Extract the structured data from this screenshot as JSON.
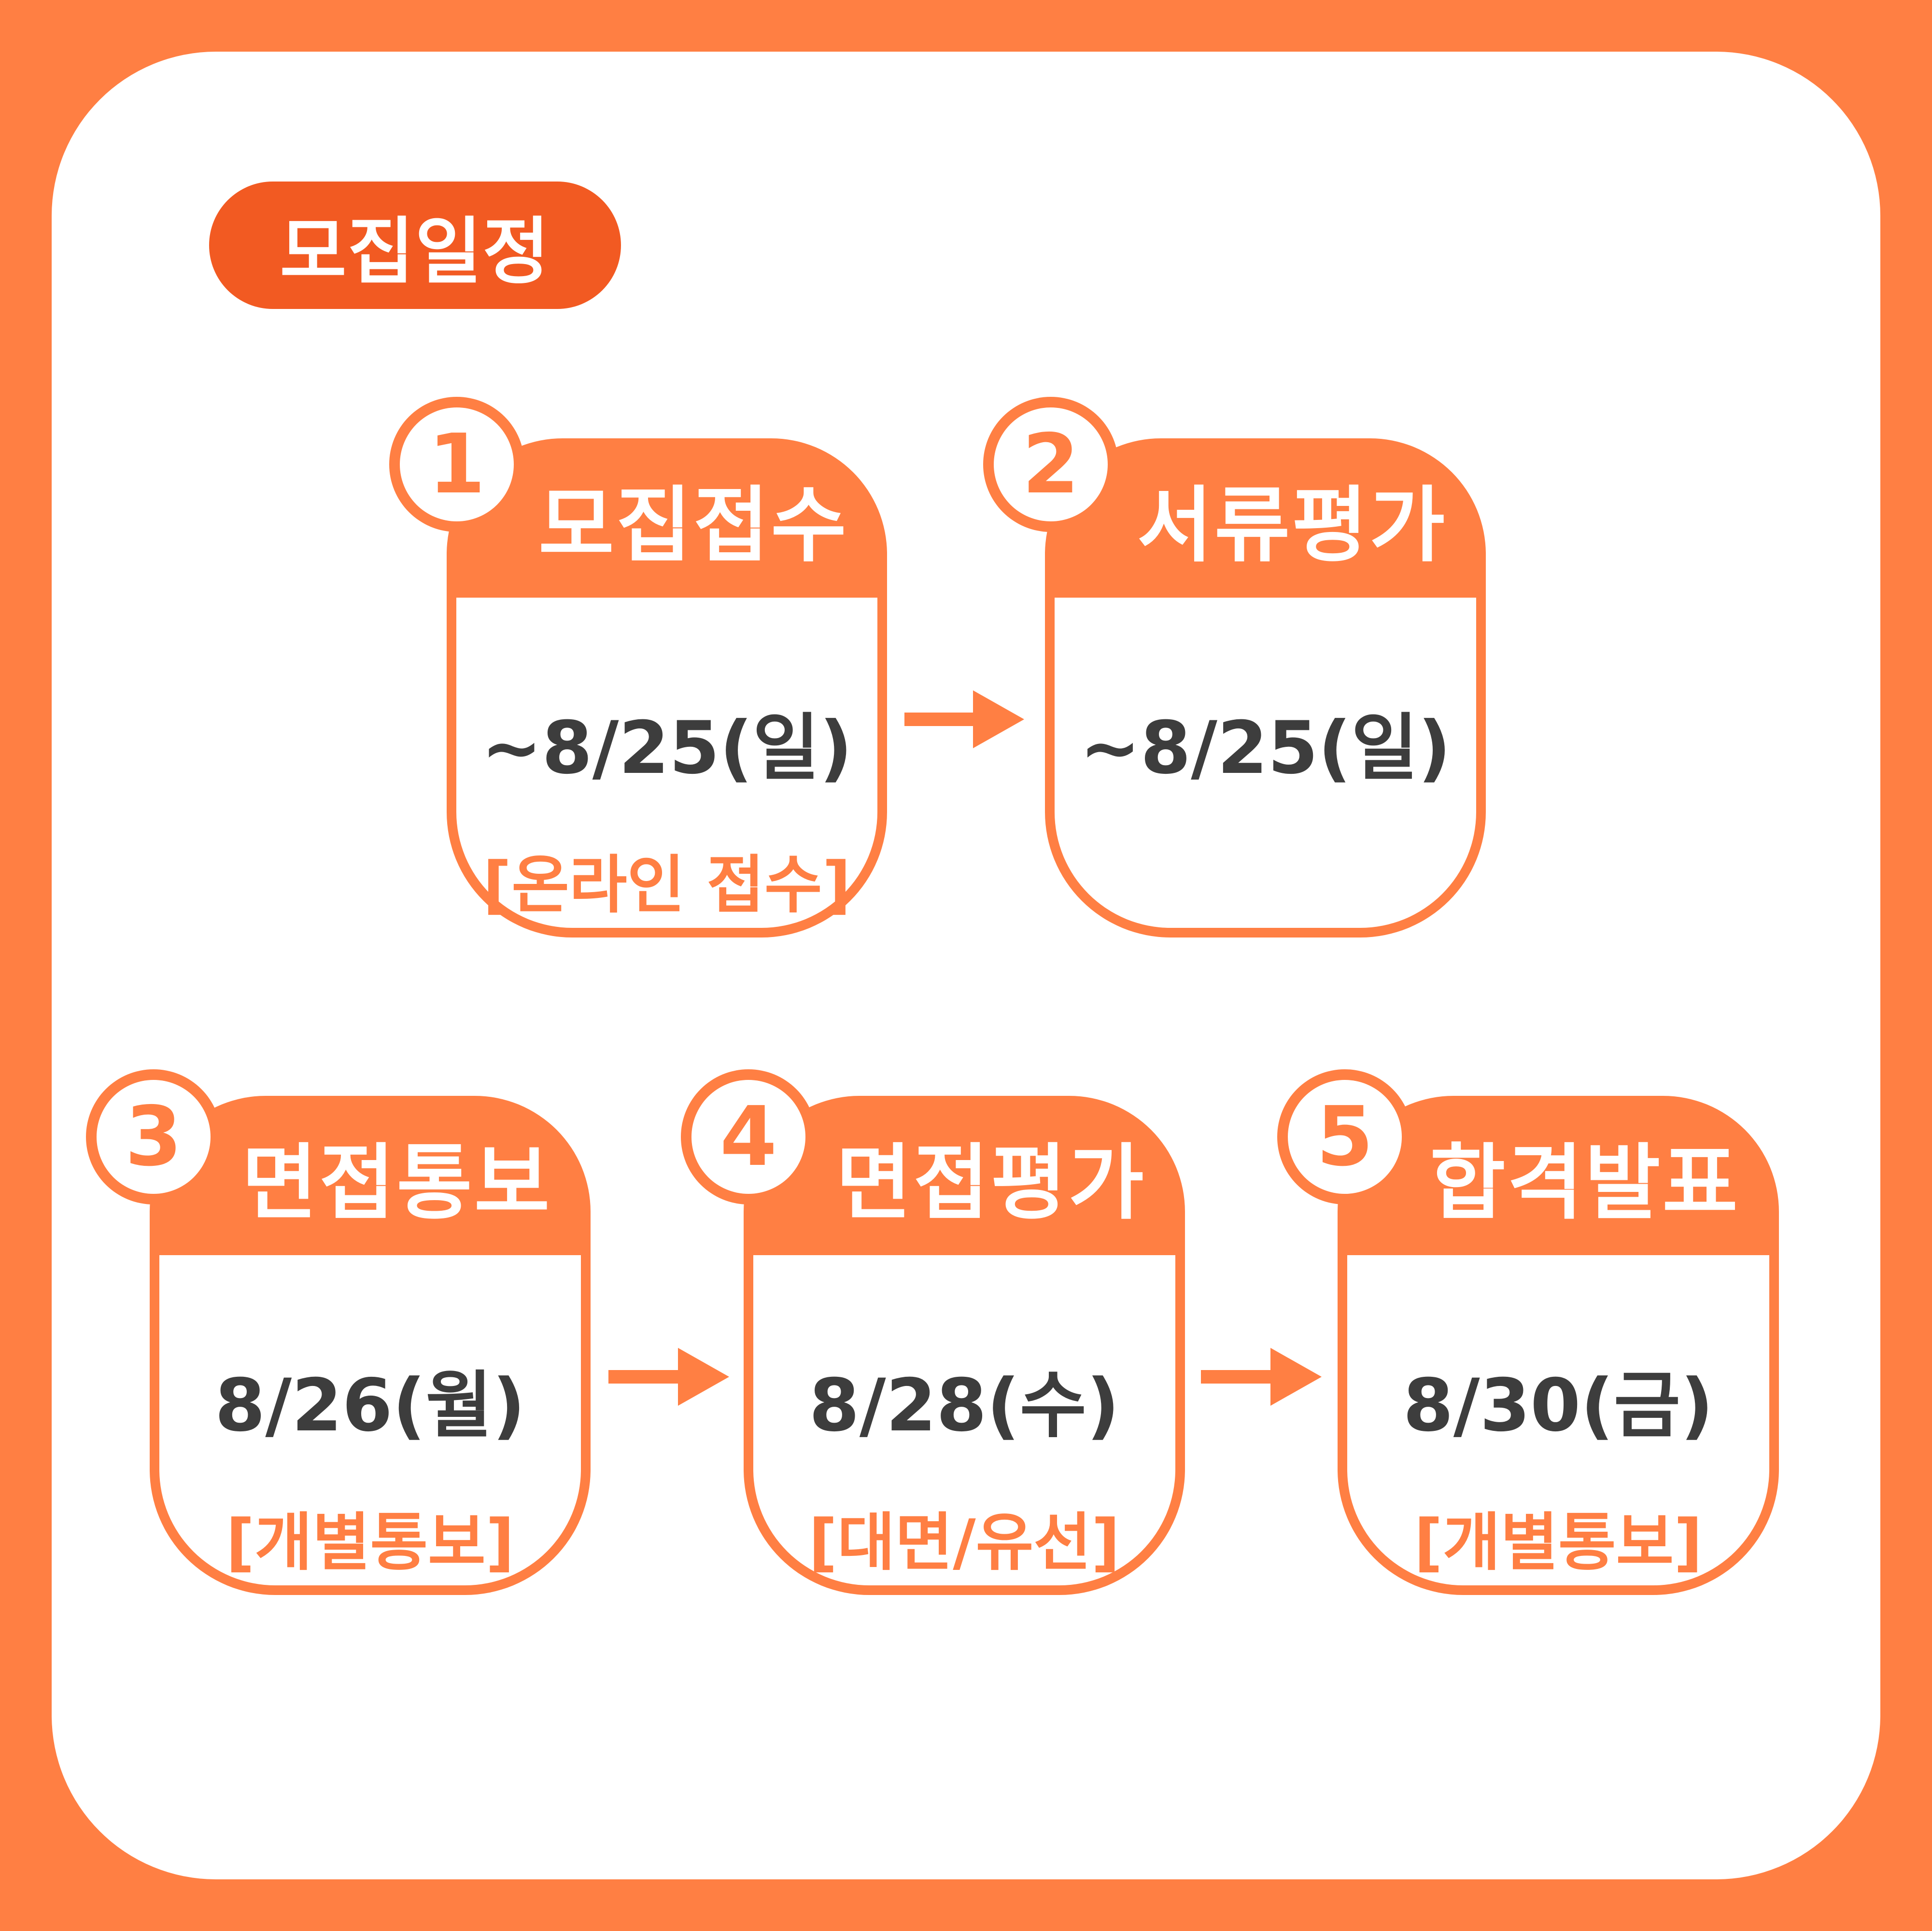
{
  "section_title": "모집일정",
  "steps": [
    {
      "number": "1",
      "title": "모집접수",
      "date": "~8/25(일)",
      "note": "[온라인 접수]"
    },
    {
      "number": "2",
      "title": "서류평가",
      "date": "~8/25(일)",
      "note": ""
    },
    {
      "number": "3",
      "title": "면접통보",
      "date": "8/26(월)",
      "note": "[개별통보]"
    },
    {
      "number": "4",
      "title": "면접평가",
      "date": "8/28(수)",
      "note": "[대면/유선]"
    },
    {
      "number": "5",
      "title": "합격발표",
      "date": "8/30(금)",
      "note": "[개별통보]"
    }
  ],
  "colors": {
    "frame": "#ff7f43",
    "title_pill": "#f25a22",
    "date_text": "#3d3d3d",
    "note_text": "#ff7f43"
  }
}
